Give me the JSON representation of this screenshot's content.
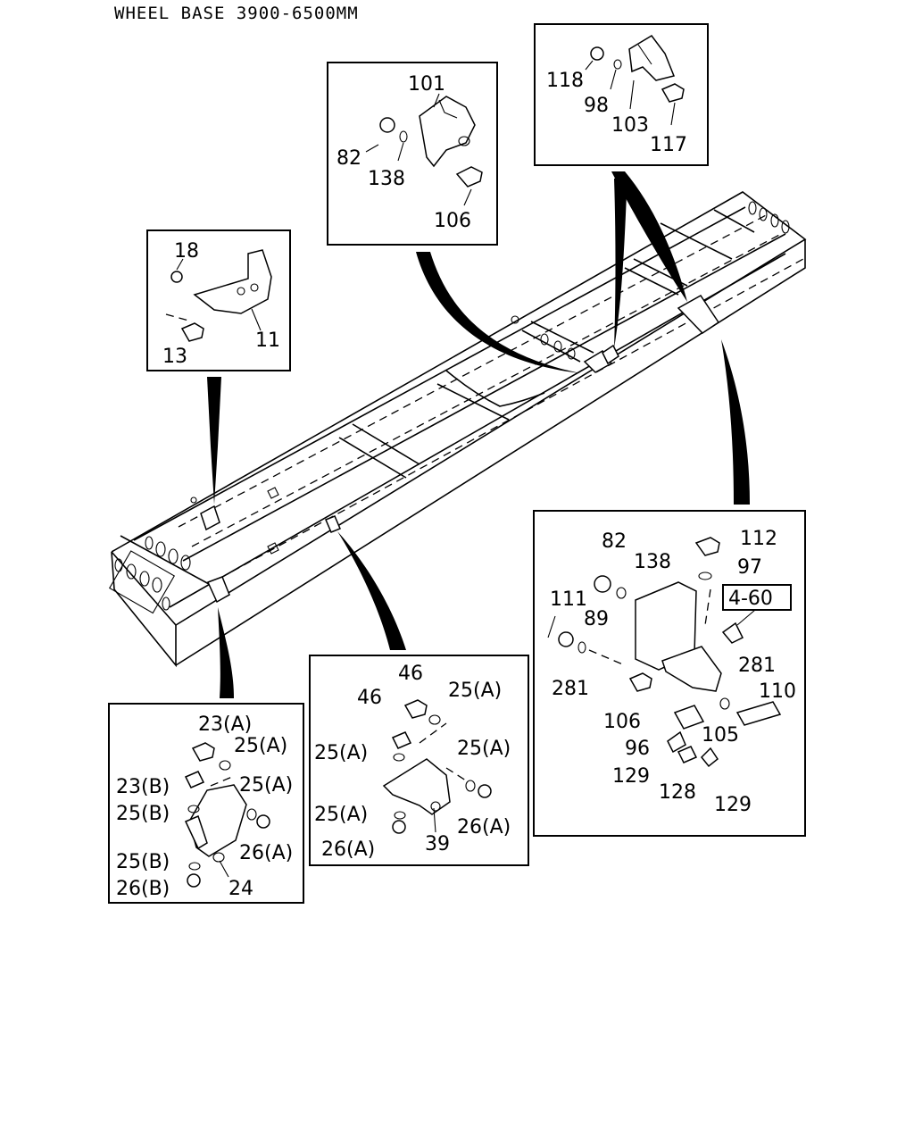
{
  "header": {
    "title": "WHEEL BASE 3900-6500MM"
  },
  "detail_a": {
    "labels": [
      "101",
      "82",
      "138",
      "106"
    ]
  },
  "detail_b": {
    "labels": [
      "118",
      "98",
      "103",
      "117"
    ]
  },
  "detail_c": {
    "labels": [
      "18",
      "11",
      "13"
    ]
  },
  "detail_d": {
    "labels": [
      "82",
      "112",
      "138",
      "97",
      "4-60",
      "111",
      "89",
      "281",
      "281",
      "110",
      "106",
      "105",
      "96",
      "129",
      "128",
      "129"
    ]
  },
  "detail_e": {
    "labels": [
      "46",
      "46",
      "25(A)",
      "25(A)",
      "25(A)",
      "25(A)",
      "26(A)",
      "26(A)",
      "39"
    ]
  },
  "detail_f": {
    "labels": [
      "23(A)",
      "25(A)",
      "23(B)",
      "25(A)",
      "25(B)",
      "26(A)",
      "25(B)",
      "26(B)",
      "24"
    ]
  }
}
